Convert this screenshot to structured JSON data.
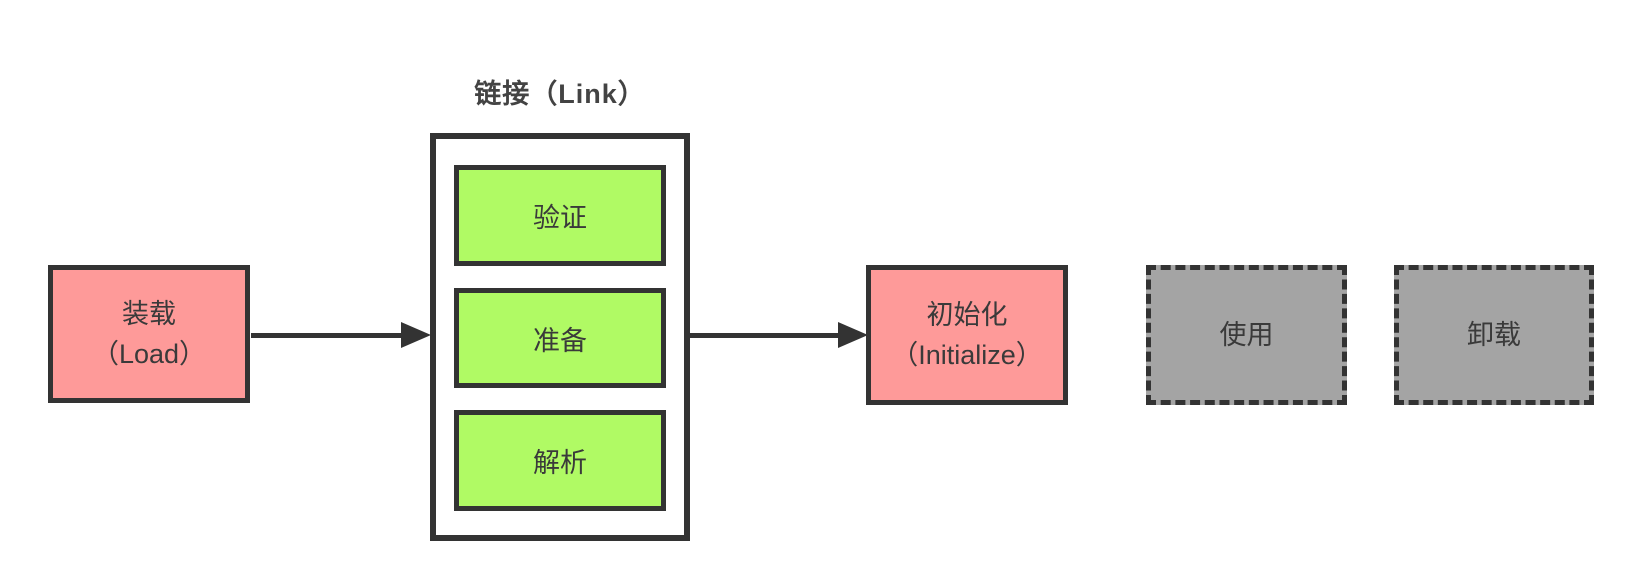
{
  "colors": {
    "background": "#ffffff",
    "border": "#333333",
    "load_fill": "#fe9a99",
    "step_fill": "#b0fa64",
    "inactive_fill": "#a4a4a4",
    "text": "#3a3a3a",
    "title_text": "#434343",
    "arrow": "#333333"
  },
  "nodes": {
    "load": {
      "line1": "装载",
      "line2": "（Load）"
    },
    "link": {
      "title": "链接（Link）",
      "steps": [
        "验证",
        "准备",
        "解析"
      ]
    },
    "initialize": {
      "line1": "初始化",
      "line2": "（Initialize）"
    },
    "use": {
      "label": "使用"
    },
    "unload": {
      "label": "卸载"
    }
  }
}
